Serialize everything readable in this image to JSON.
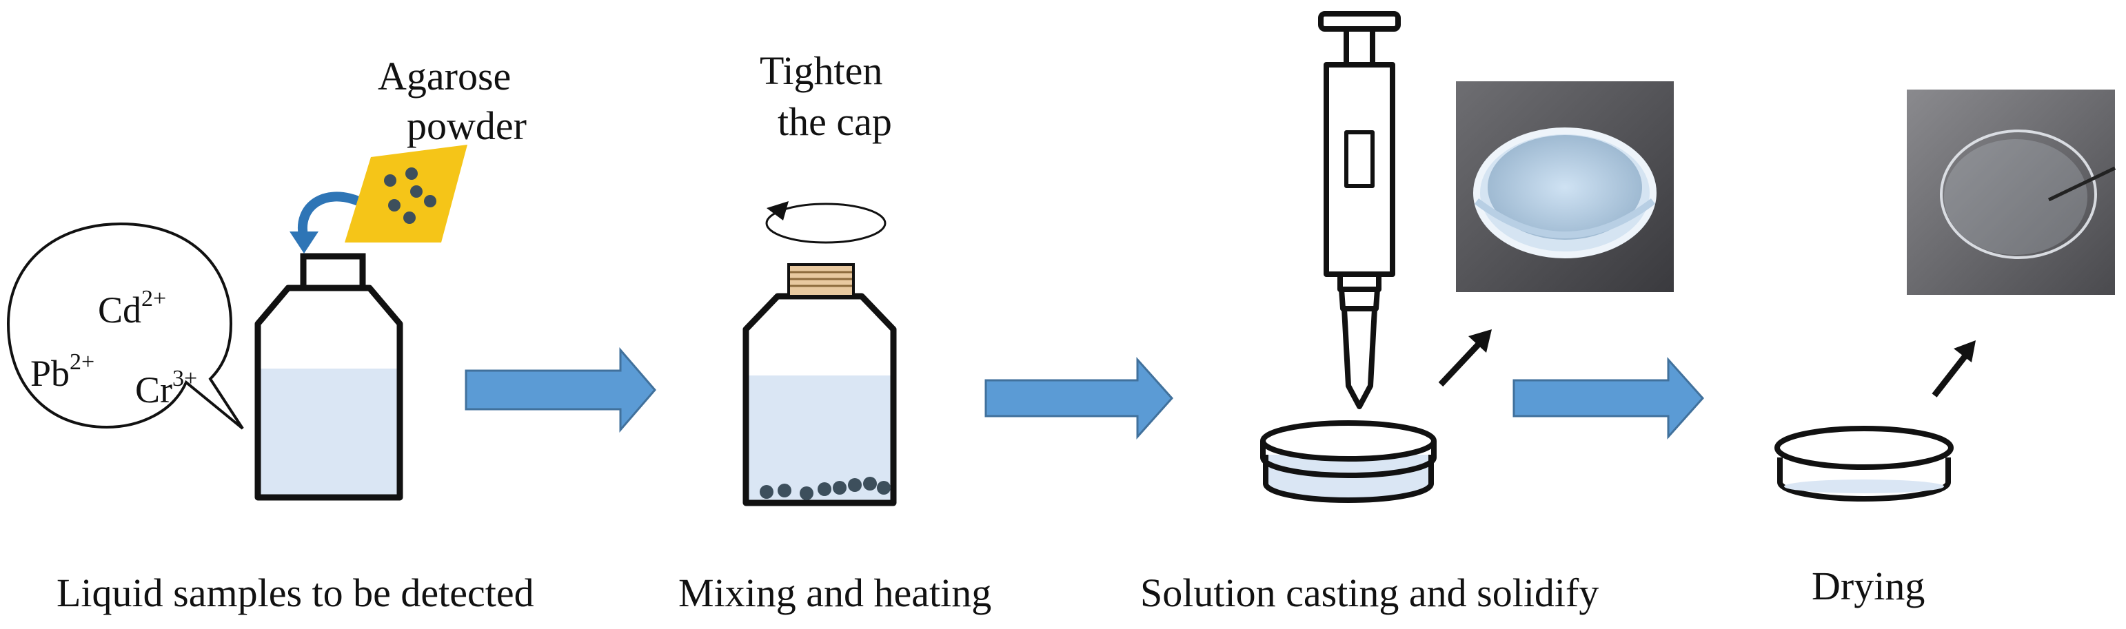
{
  "step1": {
    "caption": "Liquid samples to be detected",
    "powder_label_line1": "Agarose",
    "powder_label_line2": "powder",
    "ions": [
      {
        "base": "Cd",
        "charge": "2+"
      },
      {
        "base": "Pb",
        "charge": "2+"
      },
      {
        "base": "Cr",
        "charge": "3+"
      }
    ]
  },
  "step2": {
    "caption": "Mixing and heating",
    "note_line1": "Tighten",
    "note_line2": "the cap"
  },
  "step3": {
    "caption": "Solution casting and solidify"
  },
  "step4": {
    "caption": "Drying"
  },
  "colors": {
    "arrow": "#5b9bd5",
    "arrow_stroke": "#41719c",
    "liquid": "#dae6f4",
    "powder_sheet": "#f5c518",
    "particle": "#3d4f5c",
    "cap_stripes": "#e8c9a0",
    "outline": "#111111"
  }
}
